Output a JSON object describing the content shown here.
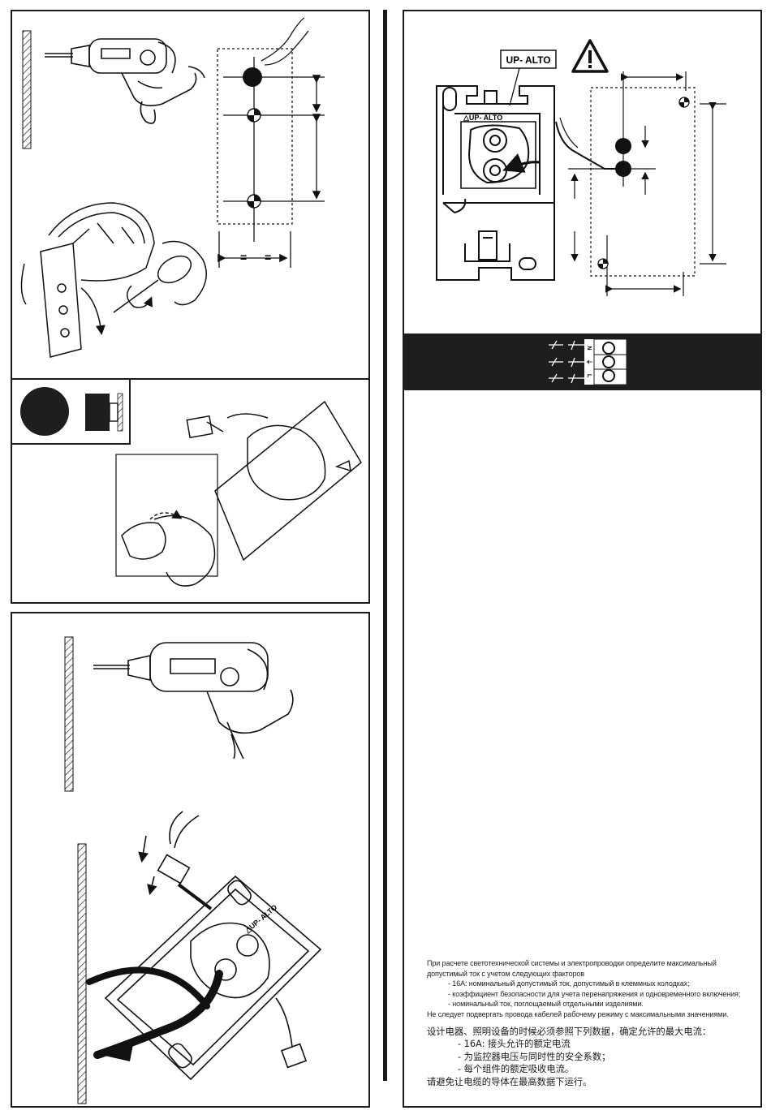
{
  "diagram": {
    "up_label": "UP- ALTO",
    "plate_label": "△UP- ALTO",
    "plate_label_small": "△UP- ALTO",
    "equal_sign": "=",
    "terminal_labels": [
      "N",
      "⏚",
      "L"
    ]
  },
  "notes": {
    "ru": [
      "При расчете светотехнической системы и электропроводки определите максимальный",
      "допустимый ток с учетом следующих факторов",
      "- 16A: номинальный допустимый ток, допустимый в клеммных колодках;",
      "- коэффициент безопасности для учета перенапряжения и одновременного включения;",
      "- номинальный ток, поглощаемый отдельными изделиями.",
      "Не следует подвергать провода кабелей рабочему режиму с максимальными значениями."
    ],
    "cn": [
      "设计电器、照明设备的时候必须参照下列数据，确定允许的最大电流：",
      "- 16A: 接头允许的额定电流",
      "- 为监控器电压与同时性的安全系数；",
      "- 每个组件的额定吸收电流。",
      "请避免让电缆的导体在最高数据下运行。"
    ]
  }
}
